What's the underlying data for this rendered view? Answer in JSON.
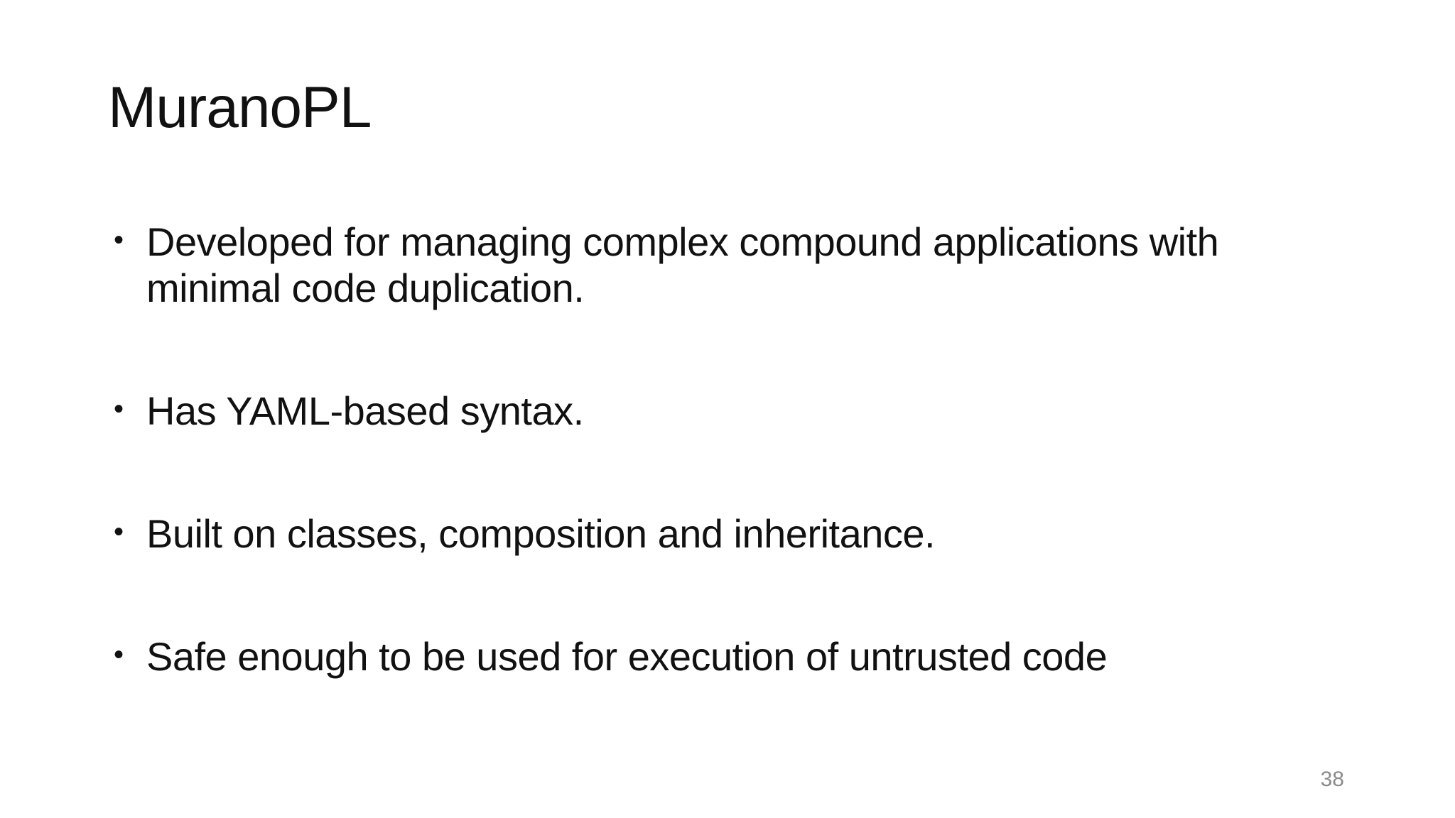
{
  "slide": {
    "title": "MuranoPL",
    "bullet_glyph": "•",
    "bullets": [
      "Developed for managing complex compound applications with minimal code duplication.",
      "Has YAML-based syntax.",
      "Built on classes, composition and inheritance.",
      "Safe enough to be used for execution of untrusted code"
    ],
    "page_number": "38",
    "colors": {
      "background": "#ffffff",
      "text": "#111111",
      "page_number": "#8a8a8a"
    }
  }
}
